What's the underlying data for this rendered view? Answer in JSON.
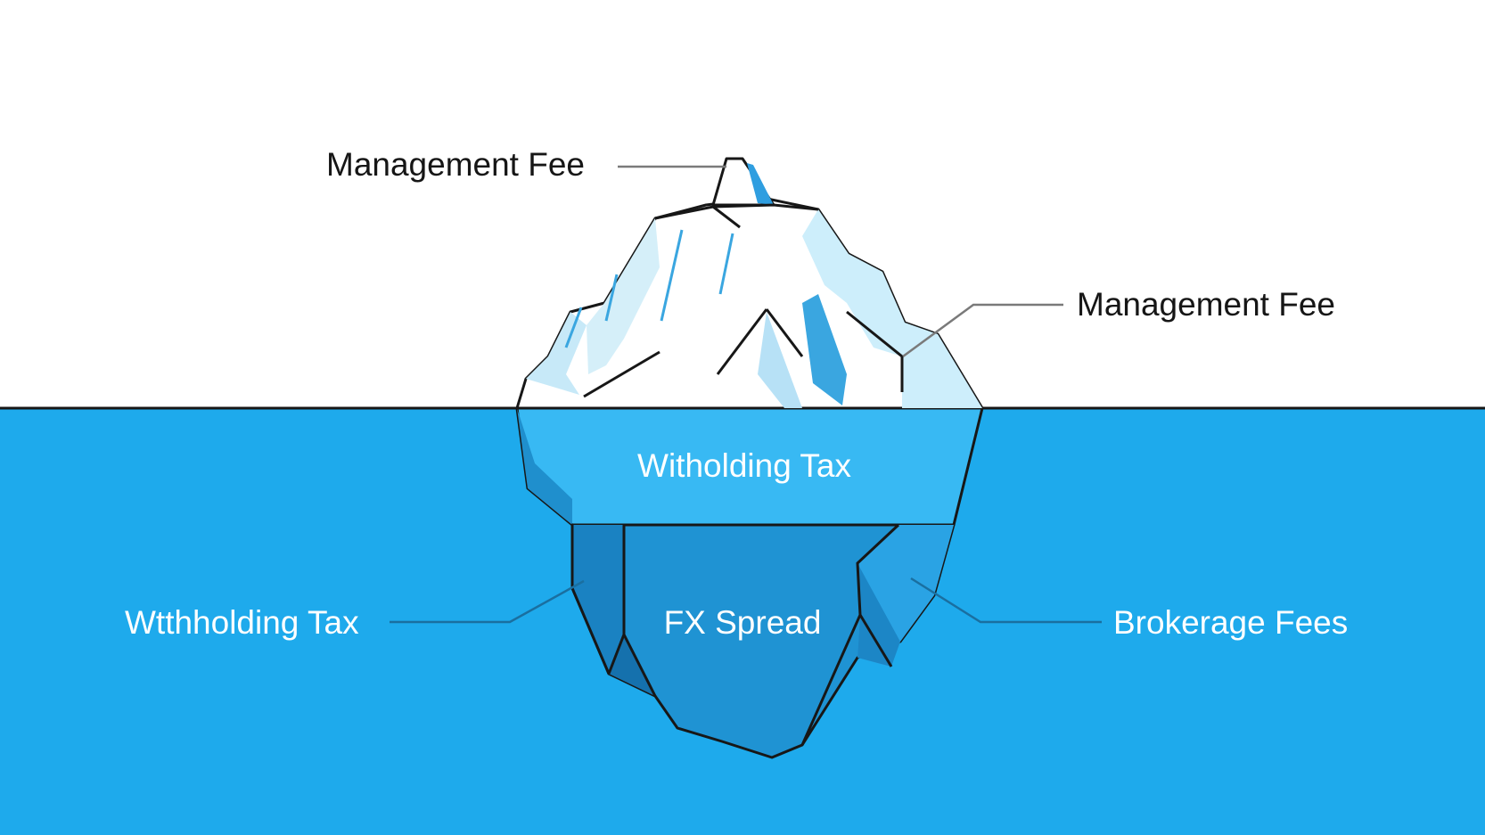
{
  "labels": {
    "tip": "Management Fee",
    "right_top": "Management Fee",
    "band": "Witholding Tax",
    "left_bottom": "Wtthholding Tax",
    "center_bottom": "FX Spread",
    "right_bottom": "Brokerage Fees"
  },
  "colors": {
    "water": "#1eaaec",
    "water_deep": "#18a3e6",
    "band": "#36b8f2",
    "underwater_left": "#1e8fcf",
    "underwater_mid": "#1f93d3",
    "underwater_right": "#2a9fdf",
    "ice": "#ffffff",
    "ice_shadow": "#c8eaf8",
    "ice_accent": "#3aa6e0",
    "outline": "#171717",
    "leader_dark": "#7a7a7a",
    "leader_light": "#1a6fa0"
  }
}
